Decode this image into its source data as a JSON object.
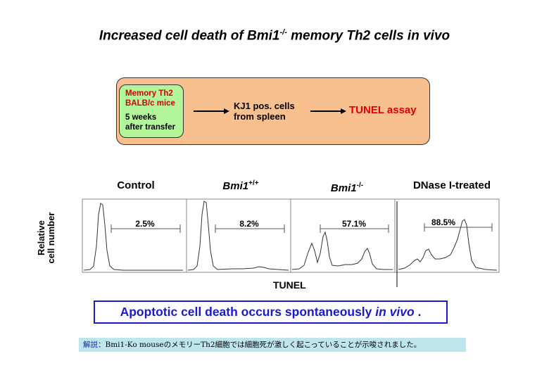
{
  "title": {
    "main": "Increased cell death of Bmi1",
    "sup": "-/-",
    "rest": " memory Th2 cells in vivo"
  },
  "flow": {
    "mouse_line1": "Memory Th2",
    "mouse_line2": "BALB/c mice",
    "mouse_line3": "5 weeks",
    "mouse_line4": "after transfer",
    "cells_line1": "KJ1 pos. cells",
    "cells_line2": "from spleen",
    "assay": "TUNEL assay"
  },
  "panels": [
    {
      "label": "Control",
      "label_sup": "",
      "italic": false,
      "percent": "2.5%"
    },
    {
      "label": "Bmi1",
      "label_sup": "+/+",
      "italic": true,
      "percent": "8.2%"
    },
    {
      "label": "Bmi1",
      "label_sup": "-/-",
      "italic": true,
      "percent": "57.1%"
    },
    {
      "label": "DNase I-treated",
      "label_sup": "",
      "italic": false,
      "percent": "88.5%"
    }
  ],
  "axis": {
    "ylabel_line1": "Relative",
    "ylabel_line2": "cell number",
    "xlabel": "TUNEL"
  },
  "conclusion": {
    "text": "Apoptotic cell death occurs spontaneously ",
    "italic": "in vivo",
    "end": " ."
  },
  "note": {
    "lead": "解説：",
    "text": "Bmi1-Ko mouseのメモリーTh2細胞では細胞死が激しく起こっていることが示唆されました。"
  },
  "colors": {
    "flow_box": "#f9c08f",
    "mouse_box": "#b2f59a",
    "accent_red": "#e00000",
    "conclusion_blue": "#1a1acc",
    "note_bg": "#bfe6ec"
  }
}
